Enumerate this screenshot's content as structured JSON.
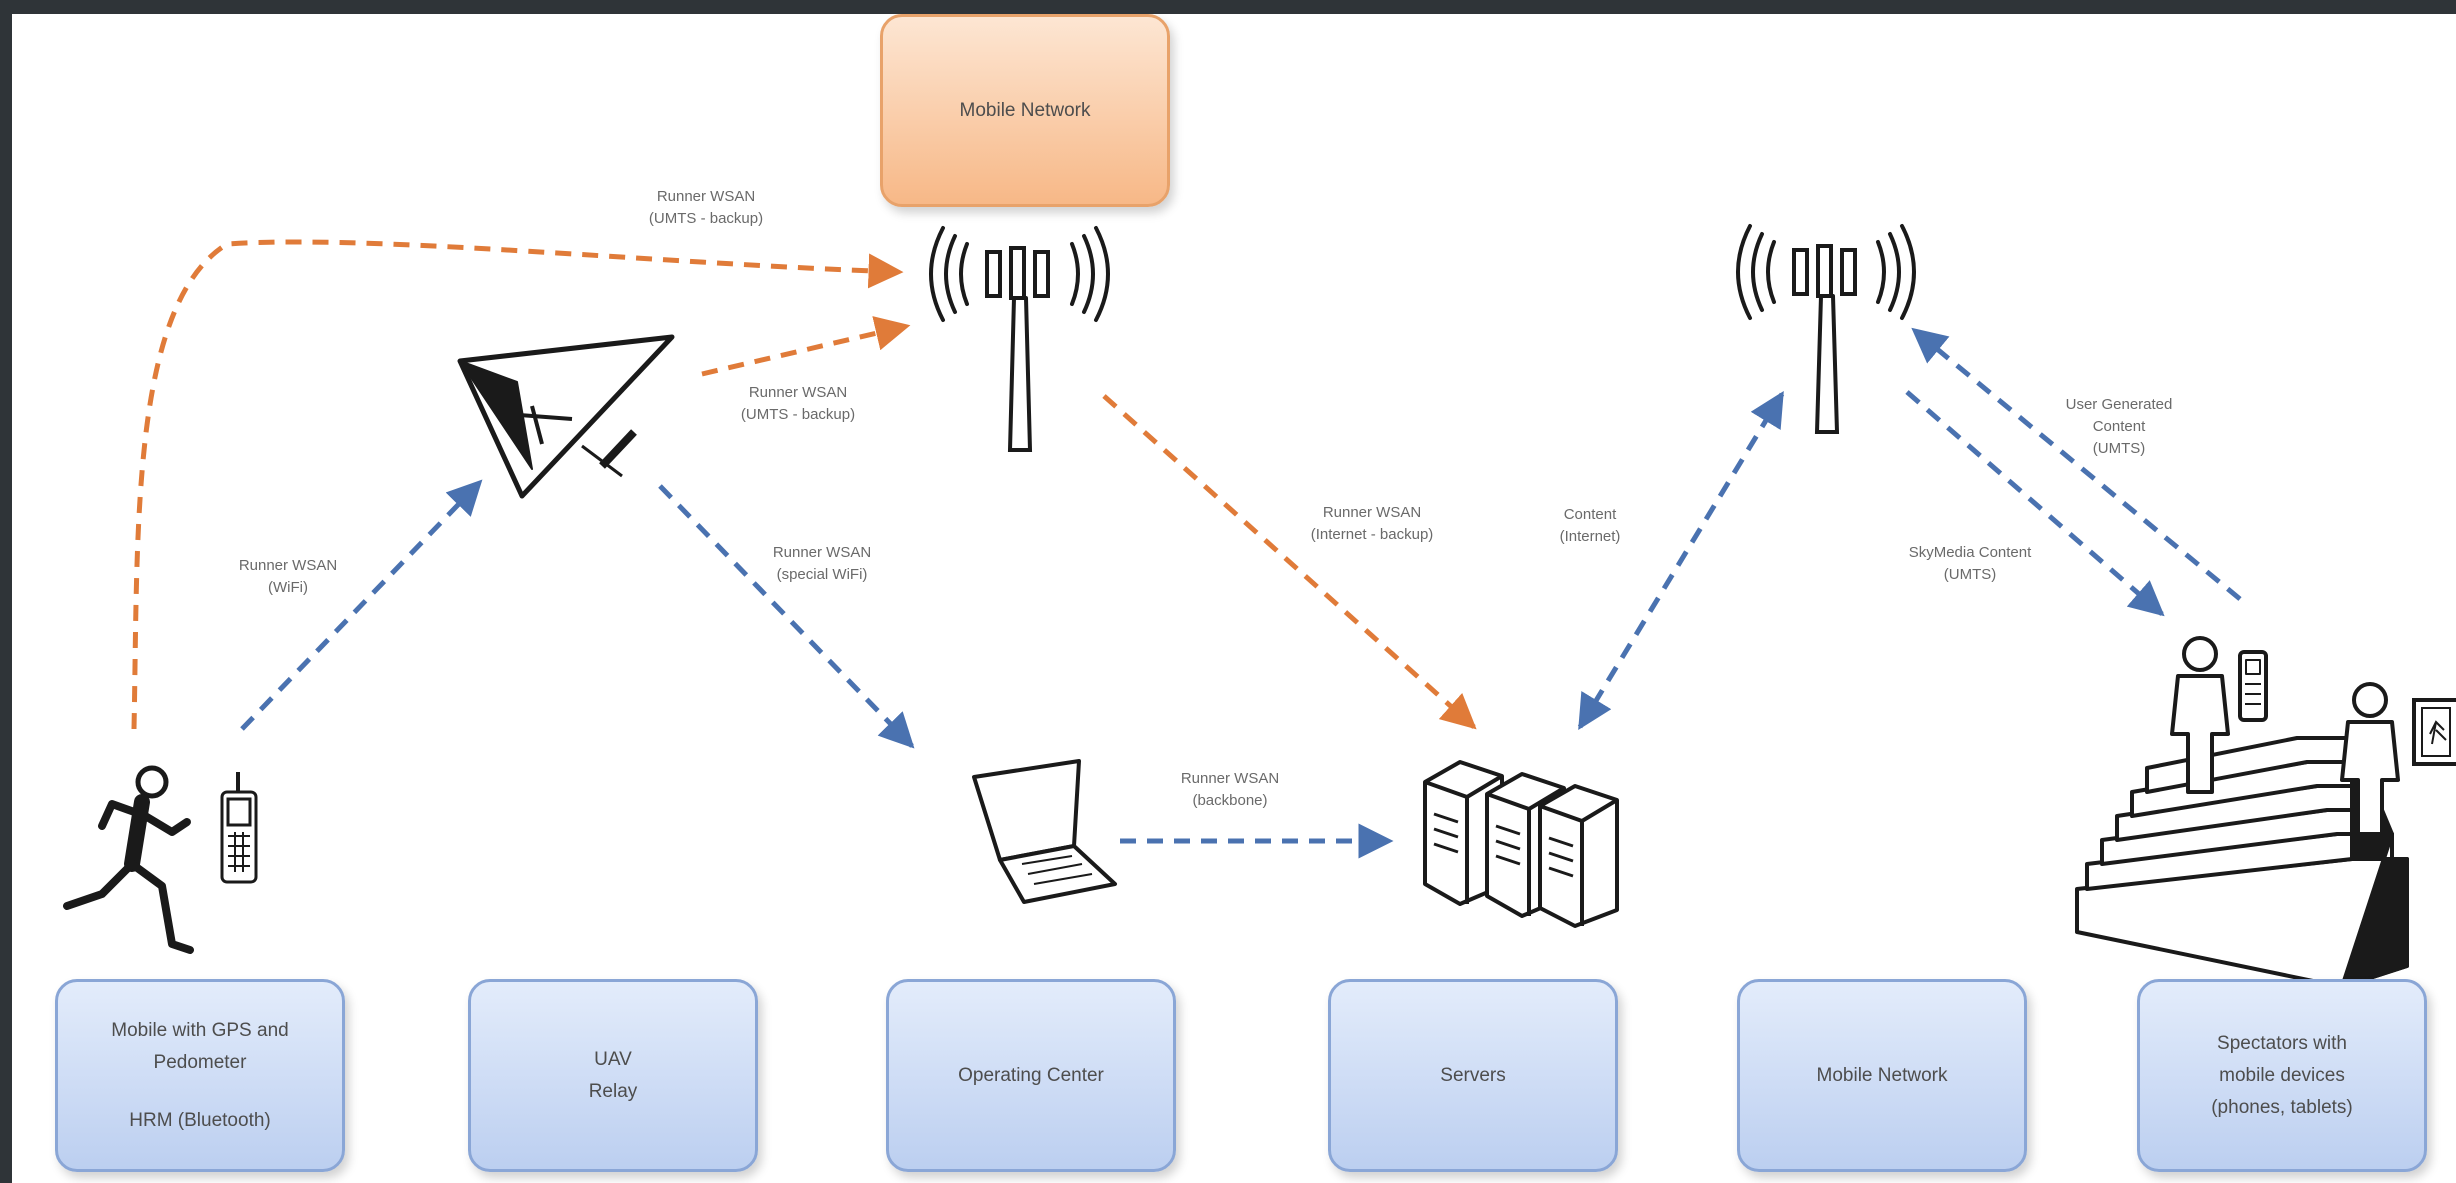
{
  "boxes": {
    "mobile_network_top": "Mobile Network",
    "mobile_gps": {
      "line1": "Mobile with GPS and",
      "line2": "Pedometer",
      "line3": "HRM (Bluetooth)"
    },
    "uav_relay": {
      "line1": "UAV",
      "line2": "Relay"
    },
    "operating_center": "Operating Center",
    "servers": "Servers",
    "mobile_network_bottom": "Mobile Network",
    "spectators": {
      "line1": "Spectators with",
      "line2": "mobile devices",
      "line3": "(phones, tablets)"
    }
  },
  "links": {
    "runner_umts_backup_top": {
      "line1": "Runner WSAN",
      "line2": "(UMTS - backup)"
    },
    "runner_umts_backup_uav": {
      "line1": "Runner WSAN",
      "line2": "(UMTS - backup)"
    },
    "runner_wifi": {
      "line1": "Runner WSAN",
      "line2": "(WiFi)"
    },
    "runner_special_wifi": {
      "line1": "Runner WSAN",
      "line2": "(special WiFi)"
    },
    "runner_internet_backup": {
      "line1": "Runner WSAN",
      "line2": "(Internet - backup)"
    },
    "content_internet": {
      "line1": "Content",
      "line2": "(Internet)"
    },
    "runner_backbone": {
      "line1": "Runner WSAN",
      "line2": "(backbone)"
    },
    "user_generated_content": {
      "line1": "User Generated",
      "line2": "Content",
      "line3": "(UMTS)"
    },
    "skymedia_content": {
      "line1": "SkyMedia Content",
      "line2": "(UMTS)"
    }
  },
  "colors": {
    "frame": "#2f3438",
    "box_blue_border": "#8aa6d6",
    "box_orange_border": "#e8a26a",
    "link_orange": "#e07b39",
    "link_blue": "#4a72b0",
    "icon_stroke": "#1a1a1a"
  },
  "icons": [
    "cell-tower-icon",
    "uav-icon",
    "runner-icon",
    "mobile-phone-icon",
    "laptop-icon",
    "server-rack-icon",
    "spectators-icon",
    "tablet-icon"
  ]
}
